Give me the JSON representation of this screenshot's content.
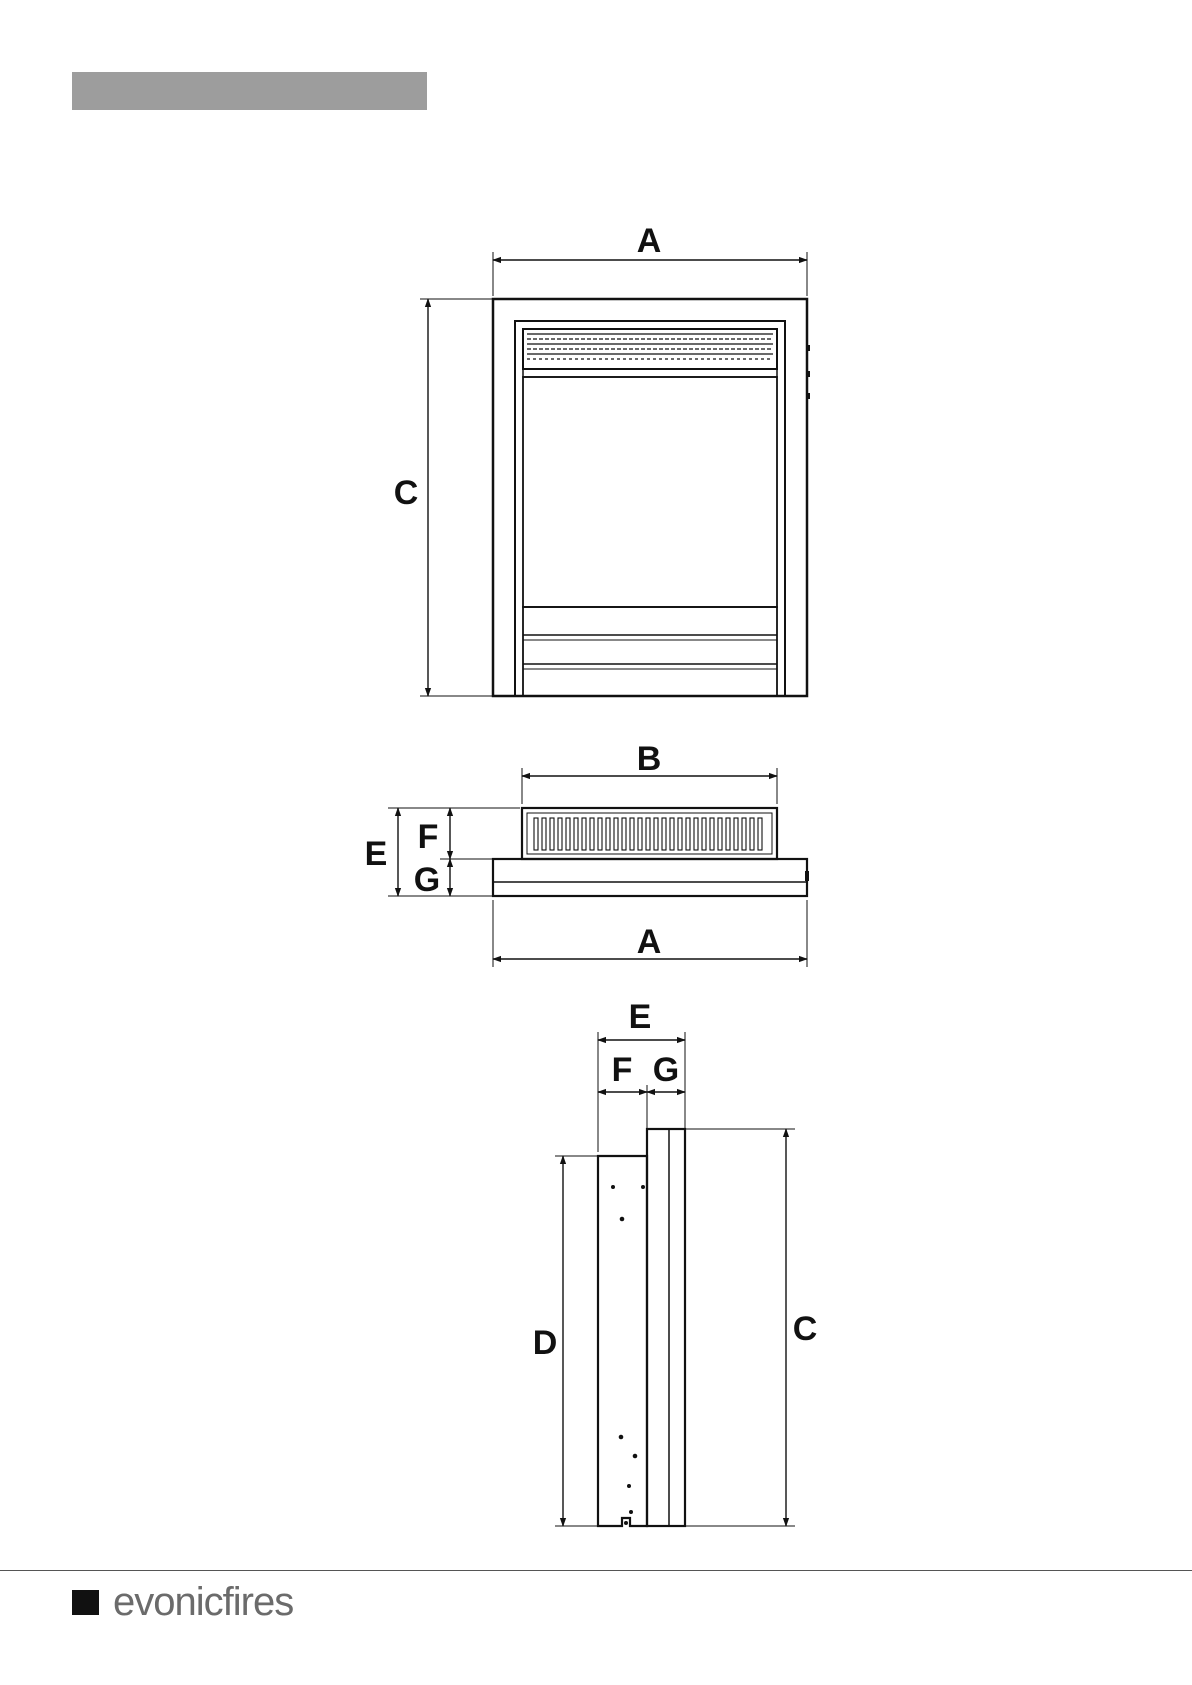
{
  "header": {
    "bar_color": "#9d9d9d"
  },
  "diagram": {
    "front_view": {
      "width_label": "A",
      "height_label": "C"
    },
    "top_view": {
      "inner_width_label": "B",
      "outer_width_label": "A",
      "total_depth_label": "E",
      "body_depth_label": "F",
      "frame_depth_label": "G"
    },
    "side_view": {
      "total_depth_label": "E",
      "body_depth_label": "F",
      "frame_depth_label": "G",
      "body_height_label": "D",
      "frame_height_label": "C"
    }
  },
  "footer": {
    "brand_name": "evonicfires",
    "logo_icon": "black-square-icon"
  }
}
